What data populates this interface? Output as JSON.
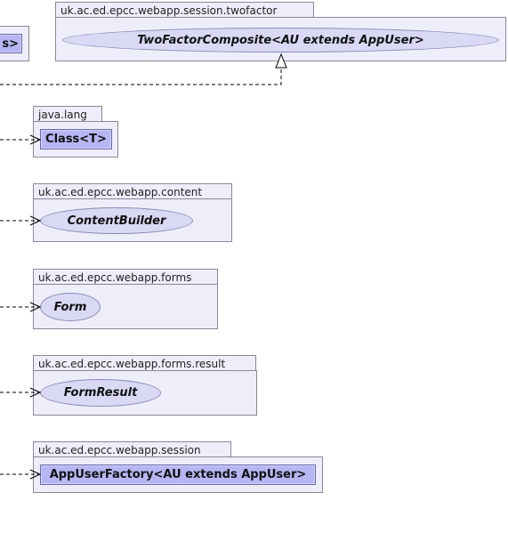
{
  "packages": {
    "twofactor": {
      "name": "uk.ac.ed.epcc.webapp.session.twofactor",
      "element": "TwoFactorComposite<AU extends AppUser>"
    },
    "java_lang": {
      "name": "java.lang",
      "element": "Class<T>"
    },
    "content": {
      "name": "uk.ac.ed.epcc.webapp.content",
      "element": "ContentBuilder"
    },
    "forms": {
      "name": "uk.ac.ed.epcc.webapp.forms",
      "element": "Form"
    },
    "forms_result": {
      "name": "uk.ac.ed.epcc.webapp.forms.result",
      "element": "FormResult"
    },
    "session": {
      "name": "uk.ac.ed.epcc.webapp.session",
      "element": "AppUserFactory<AU extends AppUser>"
    }
  },
  "cut_off_left": {
    "element": "s>"
  },
  "colors": {
    "package_fill": "#eeeefa",
    "interface_fill": "#d9d9f5",
    "class_fill": "#b6b6f4",
    "edge": "#000000"
  }
}
